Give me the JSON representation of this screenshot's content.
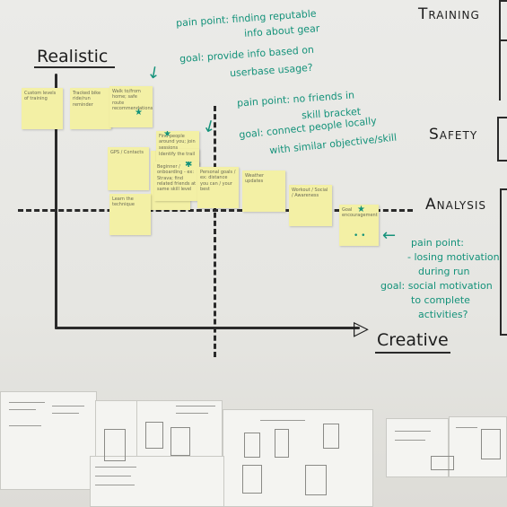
{
  "axis": {
    "y_top_label": "Realistic",
    "x_right_label": "Creative"
  },
  "right_headings": {
    "training": "Training",
    "safety": "Safety",
    "analysis": "Analysis"
  },
  "annotations": {
    "pain1_l1": "pain point: finding reputable",
    "pain1_l2": "info about gear",
    "goal1_l1": "goal: provide info based on",
    "goal1_l2": "userbase usage?",
    "pain2_l1": "pain point: no friends in",
    "pain2_l2": "skill bracket",
    "goal2_l1": "goal: connect people locally",
    "goal2_l2": "with similar objective/skill",
    "pain3_l1": "pain point:",
    "pain3_l2": "- losing motivation",
    "pain3_l3": "during run",
    "goal3_l1": "goal: social motivation",
    "goal3_l2": "to complete",
    "goal3_l3": "activities?"
  },
  "notes": {
    "n1": "Custom levels of training",
    "n2": "Tracked bike ride/run reminder",
    "n3": "Walk to/from home; safe route recommendations",
    "n4": "GPS / Contacts",
    "n5": "Find people around you; join sessions",
    "n6": "Identify the trail",
    "n7": "Beginner / onboarding - ex: Strava; find related friends at same skill level",
    "n8": "Personal goals / ex: distance you can / your best",
    "n9": "Weather updates",
    "n10": "Workout / Social / Awareness",
    "n11": "Learn the technique",
    "n12": "Goal encouragement"
  },
  "colors": {
    "marker_green": "#14927a",
    "marker_black": "#1d1d1d",
    "sticky_yellow": "#f3f0a5"
  }
}
